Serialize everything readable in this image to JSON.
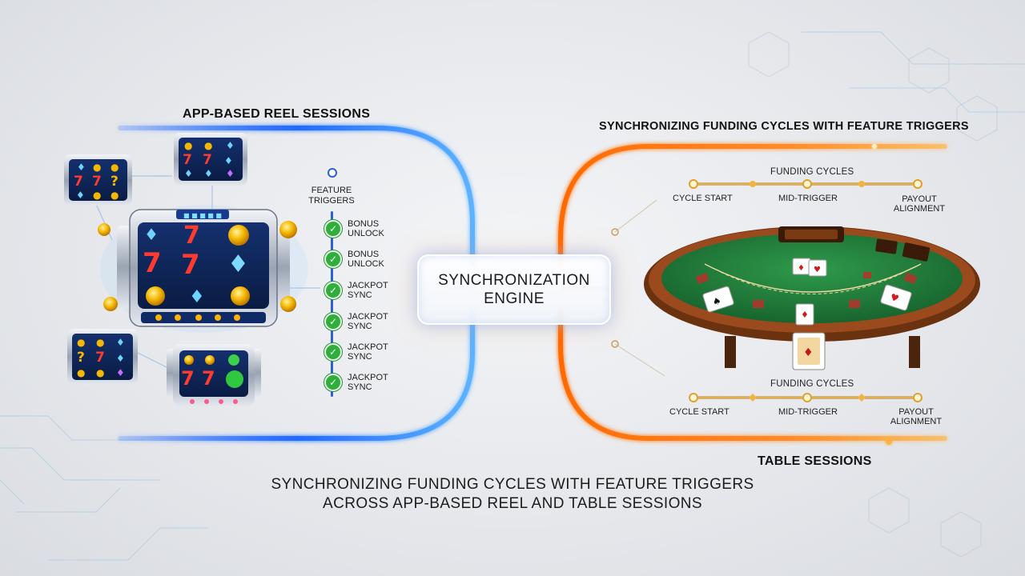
{
  "left_section": {
    "title": "APP-BASED REEL SESSIONS",
    "feature_triggers": {
      "header": "FEATURE TRIGGERS",
      "items": [
        "BONUS UNLOCK",
        "BONUS UNLOCK",
        "JACKPOT SYNC",
        "JACKPOT SYNC",
        "JACKPOT SYNC",
        "JACKPOT SYNC"
      ]
    },
    "reel_symbols": [
      "7",
      "7",
      "7"
    ]
  },
  "engine": {
    "label": "SYNCHRONIZATION ENGINE"
  },
  "right_section": {
    "title": "SYNCHRONIZING FUNDING CYCLES WITH FEATURE TRIGGERS",
    "table_title": "TABLE SESSIONS",
    "funding_top": {
      "title": "FUNDING CYCLES",
      "stages": [
        "CYCLE START",
        "MID-TRIGGER",
        "PAYOUT ALIGNMENT"
      ]
    },
    "funding_bottom": {
      "title": "FUNDING CYCLES",
      "stages": [
        "CYCLE START",
        "MID-TRIGGER",
        "PAYOUT ALIGNMENT"
      ]
    }
  },
  "caption": {
    "line1": "SYNCHRONIZING FUNDING CYCLES WITH FEATURE TRIGGERS",
    "line2": "ACROSS APP-BASED REEL AND TABLE SESSIONS"
  },
  "colors": {
    "blue_accent": "#1e6fff",
    "orange_accent": "#ff7a1a",
    "check_green": "#2fae3c",
    "felt_green": "#1f7a3a",
    "table_wood": "#7a3b14"
  },
  "icons": [
    "slot-machine-icon",
    "reel-window-icon",
    "gold-coin-icon",
    "diamond-icon",
    "check-icon",
    "card-table-icon",
    "playing-card-icon"
  ]
}
